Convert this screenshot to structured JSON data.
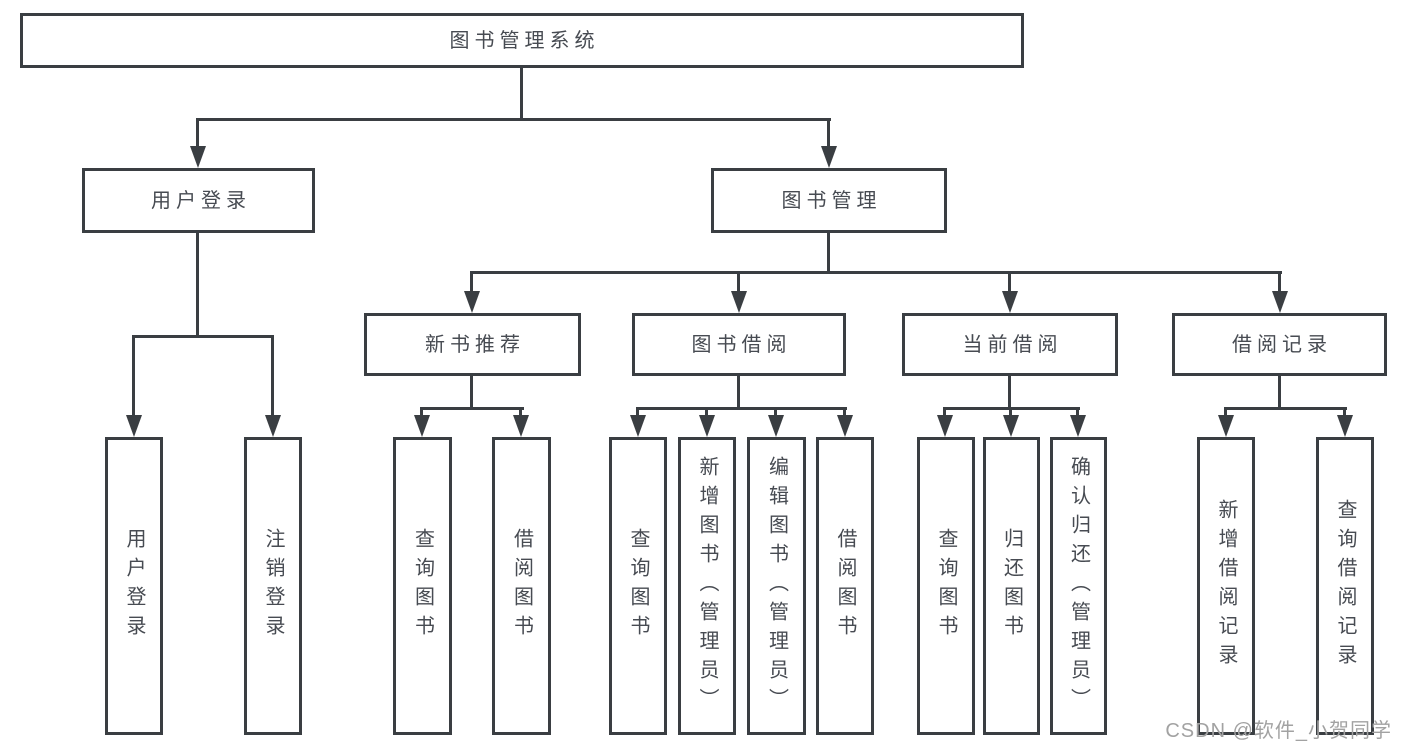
{
  "tree": {
    "root": {
      "label": "图书管理系统",
      "children": [
        {
          "label": "用户登录",
          "children": [
            {
              "label": "用户登录"
            },
            {
              "label": "注销登录"
            }
          ]
        },
        {
          "label": "图书管理",
          "children": [
            {
              "label": "新书推荐",
              "children": [
                {
                  "label": "查询图书"
                },
                {
                  "label": "借阅图书"
                }
              ]
            },
            {
              "label": "图书借阅",
              "children": [
                {
                  "label": "查询图书"
                },
                {
                  "label": "新增图书（管理员）"
                },
                {
                  "label": "编辑图书（管理员）"
                },
                {
                  "label": "借阅图书"
                }
              ]
            },
            {
              "label": "当前借阅",
              "children": [
                {
                  "label": "查询图书"
                },
                {
                  "label": "归还图书"
                },
                {
                  "label": "确认归还（管理员）"
                }
              ]
            },
            {
              "label": "借阅记录",
              "children": [
                {
                  "label": "新增借阅记录"
                },
                {
                  "label": "查询借阅记录"
                }
              ]
            }
          ]
        }
      ]
    }
  },
  "watermark": "CSDN @软件_小贺同学",
  "colors": {
    "line": "#3a3e42",
    "text": "#474b52",
    "watermark": "#a2a2a2",
    "bg": "#ffffff"
  }
}
